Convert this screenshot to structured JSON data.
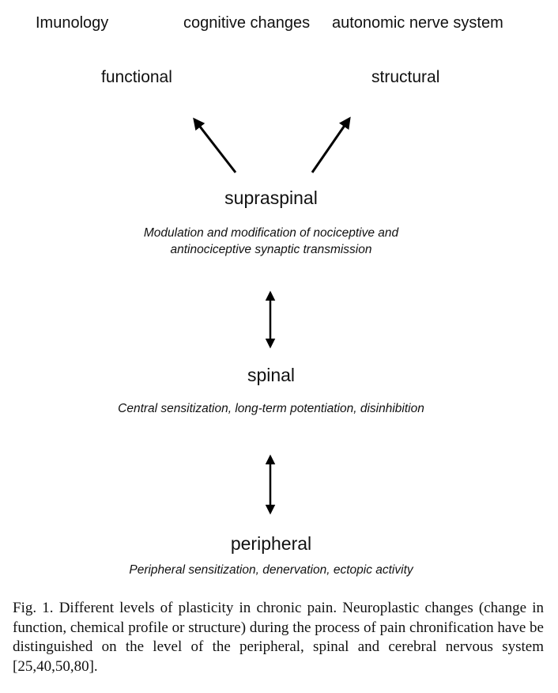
{
  "top_labels": {
    "immunology": "Imunology",
    "cognitive": "cognitive changes",
    "autonomic": "autonomic nerve system"
  },
  "branches": {
    "functional": "functional",
    "structural": "structural"
  },
  "levels": {
    "supraspinal": {
      "title": "supraspinal",
      "description_line1": "Modulation and modification of nociceptive and",
      "description_line2": "antinociceptive synaptic transmission"
    },
    "spinal": {
      "title": "spinal",
      "description": "Central sensitization, long-term potentiation, disinhibition"
    },
    "peripheral": {
      "title": "peripheral",
      "description": "Peripheral sensitization, denervation, ectopic activity"
    }
  },
  "caption": "Fig. 1. Different levels of plasticity in chronic pain. Neuroplastic changes (change in function, chemical profile or structure) during the process of pain chronification have be distinguished on the level of the peripheral, spinal and cerebral nervous system [25,40,50,80]."
}
